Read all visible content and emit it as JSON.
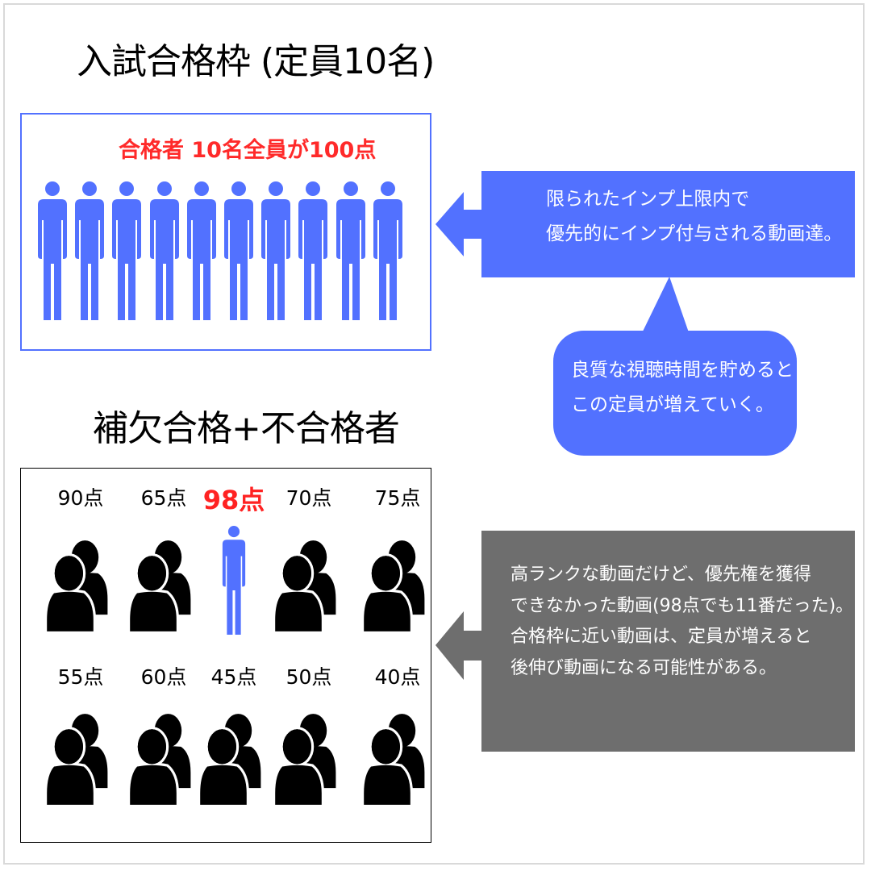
{
  "passed_section": {
    "heading": "入試合格枠 (定員10名)",
    "caption": "合格者 10名全員が100点",
    "passed_count": 10
  },
  "waitlist_section": {
    "heading": "補欠合格+不合格者",
    "rows": [
      [
        {
          "score": "90点",
          "highlight": false
        },
        {
          "score": "65点",
          "highlight": false
        },
        {
          "score": "98点",
          "highlight": true
        },
        {
          "score": "70点",
          "highlight": false
        },
        {
          "score": "75点",
          "highlight": false
        }
      ],
      [
        {
          "score": "55点",
          "highlight": false
        },
        {
          "score": "60点",
          "highlight": false
        },
        {
          "score": "45点",
          "highlight": false
        },
        {
          "score": "50点",
          "highlight": false
        },
        {
          "score": "40点",
          "highlight": false
        }
      ]
    ]
  },
  "callouts": {
    "limit": {
      "line1": "限られたインプ上限内で",
      "line2": "優先的にインプ付与される動画達。"
    },
    "growth": {
      "line1": "良質な視聴時間を貯めると",
      "line2": "この定員が増えていく。"
    },
    "waitlist": {
      "line1": "高ランクな動画だけど、優先権を獲得",
      "line2": "できなかった動画(98点でも11番だった)。",
      "line3": "合格枠に近い動画は、定員が増えると",
      "line4": "後伸び動画になる可能性がある。"
    }
  },
  "colors": {
    "blue": "#5271ff",
    "red": "#ff2a2a",
    "gray": "#6e6e6e",
    "black": "#000000"
  },
  "icons": {
    "standing_person": "person-standing-icon",
    "group": "people-group-icon",
    "arrow": "arrow-left-icon"
  }
}
